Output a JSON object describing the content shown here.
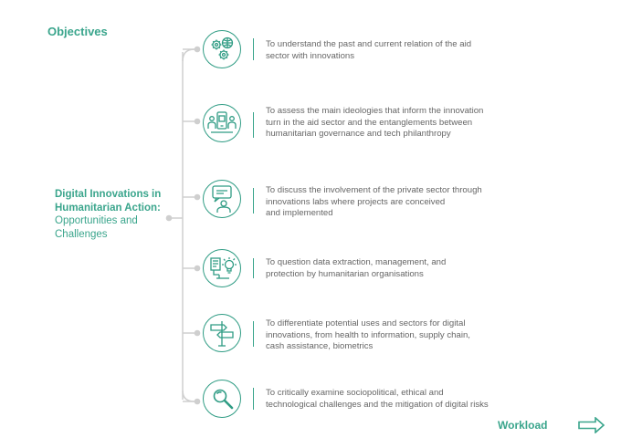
{
  "heading": "Objectives",
  "course": {
    "title_bold": "Digital Innovations in Humanitarian Action:",
    "title_rest": " Opportunities and Challenges"
  },
  "objectives": [
    {
      "icon": "gears-globe-icon",
      "lines": [
        "To understand the past and current relation of the aid",
        "sector with innovations"
      ]
    },
    {
      "icon": "people-phone-icon",
      "lines": [
        "To assess the main ideologies that inform the innovation",
        "turn in the aid sector and the entanglements between",
        "humanitarian governance and tech philanthropy"
      ]
    },
    {
      "icon": "speech-person-icon",
      "lines": [
        "To discuss the involvement of the private sector through",
        "innovations labs where projects are conceived",
        "and implemented"
      ]
    },
    {
      "icon": "data-protection-icon",
      "lines": [
        "To question data extraction, management, and",
        "protection by humanitarian organisations"
      ]
    },
    {
      "icon": "signpost-icon",
      "lines": [
        "To differentiate potential uses and sectors for digital",
        "innovations, from health to information, supply chain,",
        "cash assistance, biometrics"
      ]
    },
    {
      "icon": "magnifier-icon",
      "lines": [
        "To critically examine sociopolitical, ethical and",
        "technological challenges and the mitigation of digital risks"
      ]
    }
  ],
  "footer": {
    "label": "Workload",
    "icon": "arrow-right-icon"
  },
  "colors": {
    "accent": "#3aa58c",
    "text": "#666666",
    "line": "#cfcfcf"
  }
}
